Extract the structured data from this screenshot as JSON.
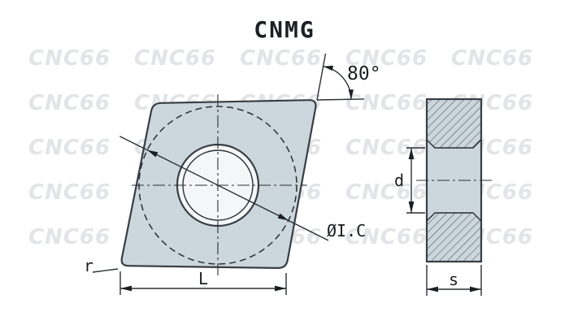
{
  "title": "CNMG",
  "watermark": {
    "text": "CNC66"
  },
  "colors": {
    "insert_fill": "#ccd6dd",
    "hole_fill": "#f4f6f8",
    "hole_inner_fill": "#ffffff",
    "line": "#2b3035",
    "watermark": "#e2e4e7"
  },
  "front_view": {
    "angle_label": "80°",
    "inscribed_circle_label": "ØI.C",
    "corner_radius_label": "r",
    "length_label": "L"
  },
  "side_view": {
    "hole_diameter_label": "d",
    "thickness_label": "s"
  }
}
